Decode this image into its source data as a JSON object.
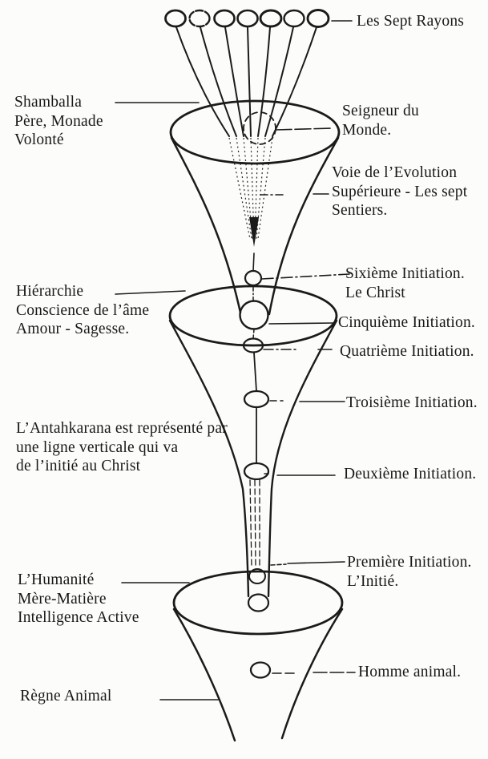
{
  "page": {
    "paper_color": "#fcfcfa",
    "ink_color": "#1b1b1b"
  },
  "diagram": {
    "rays": {
      "label": "Les Sept Rayons",
      "count": 7
    },
    "left_labels": [
      {
        "id": "shamballa",
        "lines": [
          "Shamballa",
          "Père, Monade",
          "Volonté"
        ]
      },
      {
        "id": "hierarchie",
        "lines": [
          "Hiérarchie",
          "Conscience de l’âme",
          "Amour - Sagesse."
        ]
      },
      {
        "id": "antahkarana",
        "lines": [
          "L’Antahkarana est représenté par",
          "une ligne verticale qui va",
          "de l’initié au Christ"
        ]
      },
      {
        "id": "humanite",
        "lines": [
          "L’Humanité",
          "Mère-Matière",
          "Intelligence Active"
        ]
      },
      {
        "id": "regne-animal",
        "lines": [
          "Règne Animal"
        ]
      }
    ],
    "right_labels": [
      {
        "id": "seigneur",
        "lines": [
          "Seigneur du",
          "Monde."
        ]
      },
      {
        "id": "voie",
        "lines": [
          "Voie de l’Evolution",
          "Supérieure - Les sept",
          "Sentiers."
        ]
      },
      {
        "id": "sixieme",
        "lines": [
          "Sixième Initiation.",
          "Le Christ"
        ]
      },
      {
        "id": "cinquieme",
        "lines": [
          "Cinquième Initiation."
        ]
      },
      {
        "id": "quatrieme",
        "lines": [
          "Quatrième Initiation."
        ]
      },
      {
        "id": "troisieme",
        "lines": [
          "Troisième Initiation."
        ]
      },
      {
        "id": "deuxieme",
        "lines": [
          "Deuxième Initiation."
        ]
      },
      {
        "id": "premiere",
        "lines": [
          "Première Initiation.",
          "L’Initié."
        ]
      },
      {
        "id": "homme",
        "lines": [
          "Homme animal."
        ]
      }
    ]
  }
}
